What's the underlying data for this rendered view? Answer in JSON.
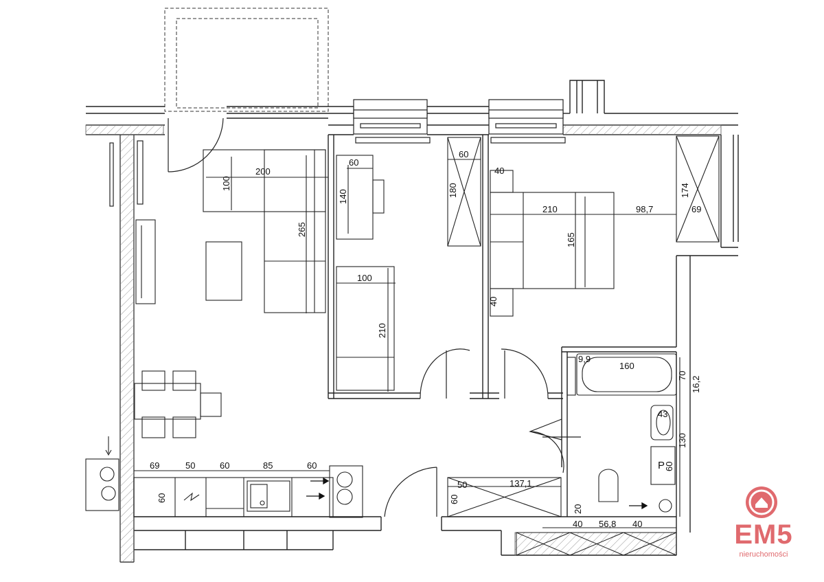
{
  "plan": {
    "living": {
      "sofa_width": "200",
      "sofa_depth": "100",
      "sofa_length": "265"
    },
    "bedroom1": {
      "desk_width": "60",
      "desk_length": "140",
      "wardrobe_width": "60",
      "wardrobe_length": "180",
      "bed_width": "100",
      "bed_length": "210"
    },
    "bedroom2": {
      "nightstand_top": "40",
      "bed_length": "210",
      "bed_width": "165",
      "nightstand_bottom": "40",
      "clearance": "98,7",
      "wardrobe_length": "174",
      "wardrobe_width": "69"
    },
    "bathroom": {
      "tub_offset": "9,9",
      "tub_length": "160",
      "tub_width": "70",
      "wall_offset": "16,2",
      "sink": "43",
      "height_130": "130",
      "p_label": "P",
      "p_width": "60",
      "wc_gap": "20",
      "bottom_40a": "40",
      "bottom_gap": "56,8",
      "bottom_40b": "40"
    },
    "kitchen": {
      "seg1": "69",
      "seg2": "50",
      "seg3": "60",
      "seg4": "85",
      "seg5": "60",
      "depth": "60"
    },
    "hall": {
      "cabinet_depth": "50",
      "cabinet_length": "137,1",
      "cabinet_side": "60"
    }
  },
  "brand": {
    "name": "EM5",
    "subtitle": "nieruchomości",
    "color": "#e06a6e",
    "logo_name": "EM5"
  }
}
